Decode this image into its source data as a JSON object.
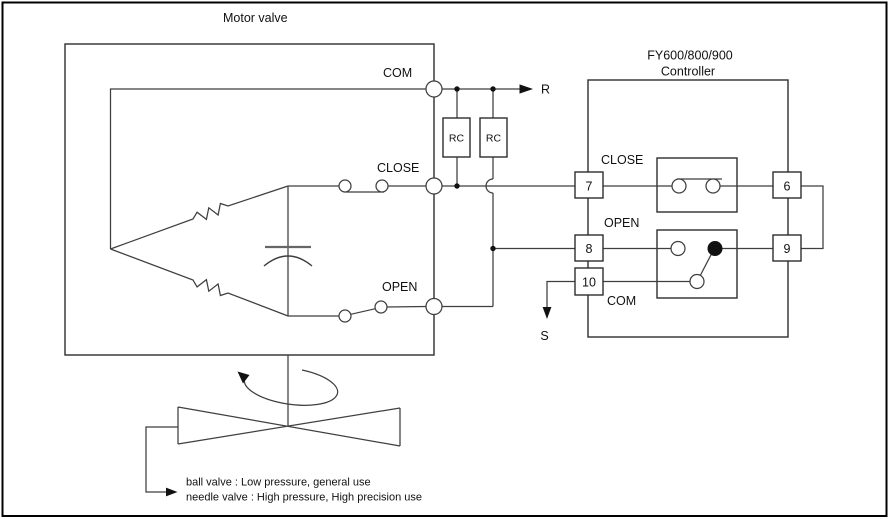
{
  "colors": {
    "background": "#ffffff",
    "line": "#3f3f3f",
    "text": "#111111",
    "frame": "#000000"
  },
  "motor_valve": {
    "title": "Motor valve",
    "terminals": {
      "com": "COM",
      "close": "CLOSE",
      "open": "OPEN"
    }
  },
  "snubber": {
    "label_1": "RC",
    "label_2": "RC"
  },
  "lines": {
    "r": "R",
    "s": "S"
  },
  "controller": {
    "title": "FY600/800/900",
    "subtitle": "Controller",
    "relay_close_label": "CLOSE",
    "relay_open_label": "OPEN",
    "com_label": "COM",
    "terminals": {
      "t7": "7",
      "t8": "8",
      "t10": "10",
      "t6": "6",
      "t9": "9"
    }
  },
  "notes": {
    "ball_valve": "ball valve : Low pressure, general use",
    "needle_valve": "needle valve : High pressure, High precision use"
  }
}
